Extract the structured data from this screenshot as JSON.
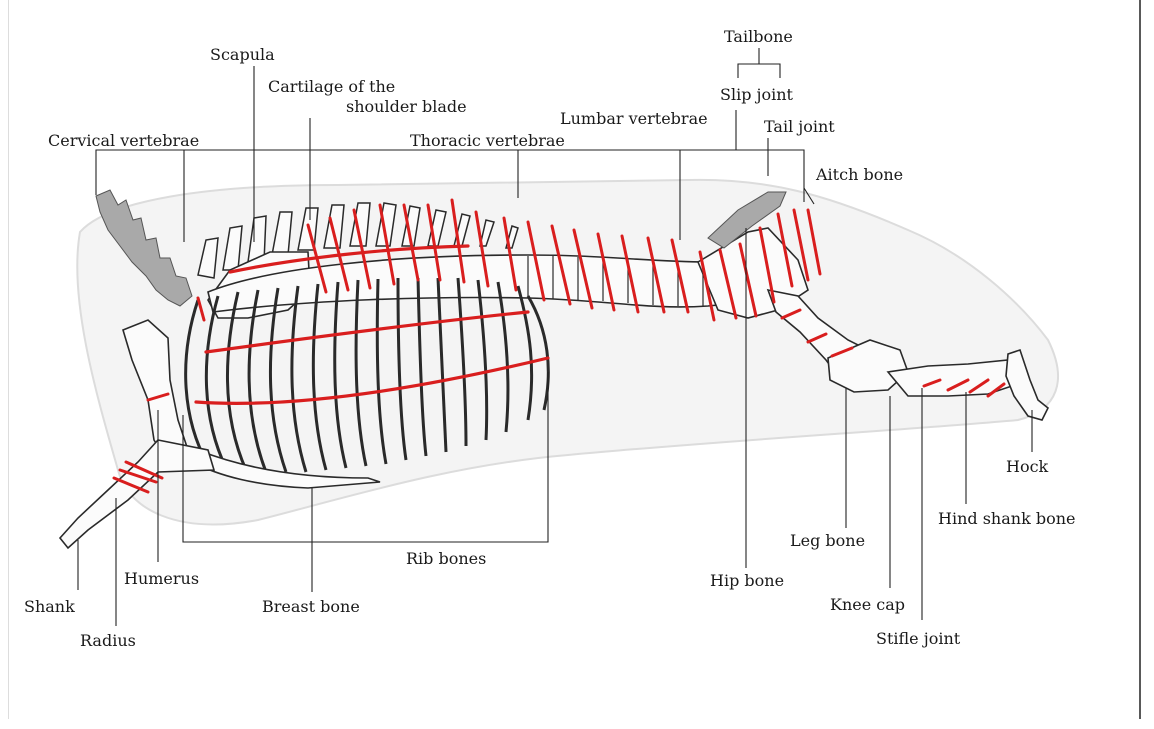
{
  "labels": {
    "tailbone": "Tailbone",
    "scapula": "Scapula",
    "cartilage_line1": "Cartilage of the",
    "cartilage_line2": "shoulder blade",
    "slip_joint": "Slip joint",
    "lumbar": "Lumbar vertebrae",
    "tail_joint": "Tail joint",
    "cervical": "Cervical vertebrae",
    "thoracic": "Thoracic vertebrae",
    "aitch": "Aitch bone",
    "hock": "Hock",
    "hind_shank": "Hind shank bone",
    "leg_bone": "Leg bone",
    "rib_bones": "Rib bones",
    "hip_bone": "Hip bone",
    "humerus": "Humerus",
    "knee_cap": "Knee cap",
    "shank": "Shank",
    "breast_bone": "Breast bone",
    "radius": "Radius",
    "stifle": "Stifle joint"
  },
  "colors": {
    "cut_lines": "#d91e1e",
    "carcass_outline": "#e8e8e8",
    "grey_bone": "#a9a9a9"
  }
}
